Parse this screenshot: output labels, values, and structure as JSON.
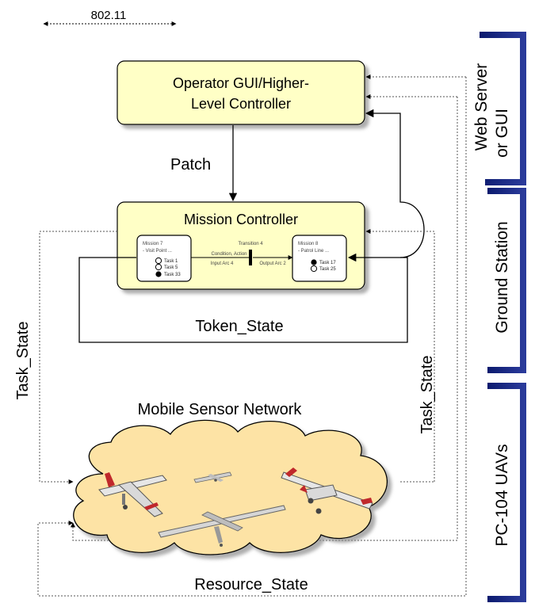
{
  "wireless_link": {
    "label": "802.11"
  },
  "boxes": {
    "operator": {
      "line1": "Operator GUI/Higher-",
      "line2": "Level Controller"
    },
    "mission": {
      "title": "Mission Controller"
    }
  },
  "petri": {
    "left": {
      "name": "Mission 7",
      "sub": "- Visit Point ...",
      "tasks": [
        "Task 1",
        "Task 5",
        "Task 33"
      ]
    },
    "right": {
      "name": "Mission 8",
      "sub": "- Patrol Line ...",
      "tasks": [
        "Task 17",
        "Task 25"
      ]
    },
    "transition": "Transition 4",
    "condition": "Condition, Action",
    "input_arc": "Input Arc 4",
    "output_arc": "Output Arc 2"
  },
  "edges": {
    "patch": "Patch",
    "token_state": "Token_State",
    "task_state_left": "Task_State",
    "task_state_right": "Task_State",
    "resource_state": "Resource_State"
  },
  "network": {
    "label": "Mobile Sensor Network"
  },
  "side_panels": [
    {
      "label": "Web Server"
    },
    {
      "label": "or GUI"
    },
    {
      "label": "Ground Station"
    },
    {
      "label": "PC-104 UAVs"
    }
  ],
  "colors": {
    "box_fill": "#ffffc6",
    "cloud_fill": "#fde3a5",
    "bracket": "#0b1a6e"
  }
}
